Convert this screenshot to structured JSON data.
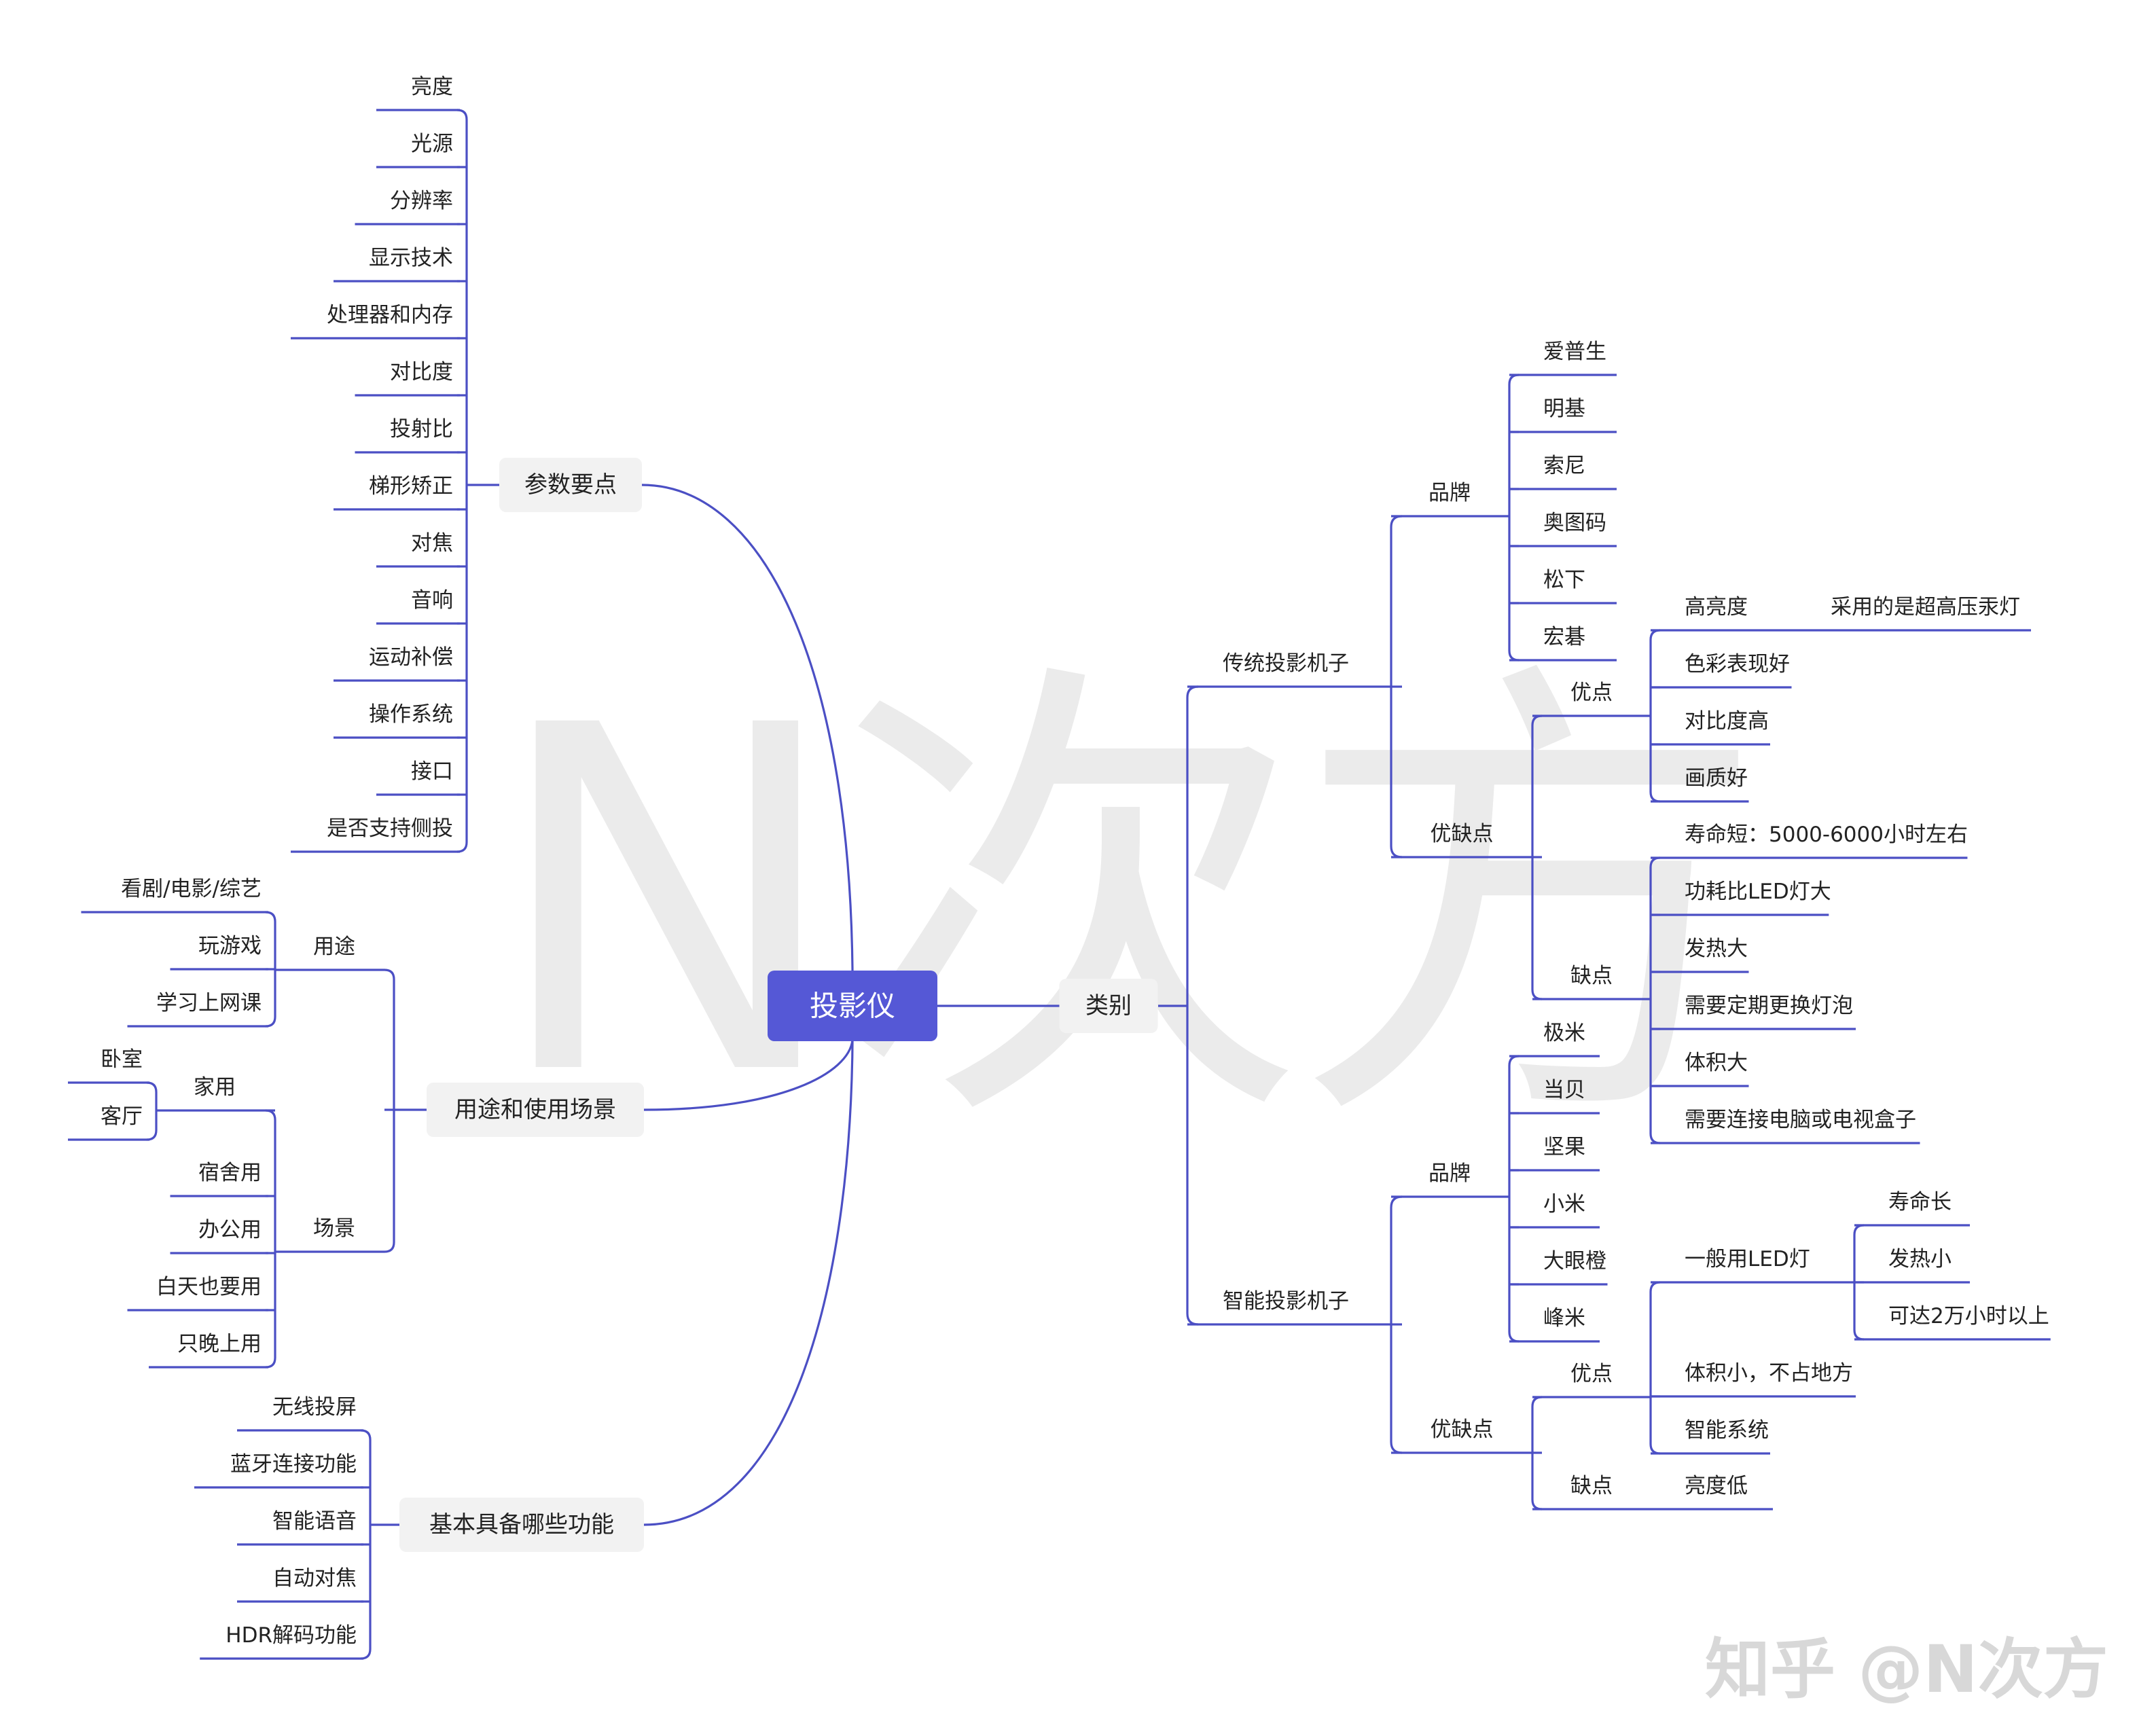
{
  "watermark": "N次方",
  "credit": "知乎 @N次方",
  "colors": {
    "line": "#4b4fc4",
    "root_fill": "#5558d6",
    "root_text": "#ffffff",
    "pill": "#f2f2f2",
    "text": "#222222"
  },
  "root": "投影仪",
  "params": {
    "label": "参数要点",
    "items": [
      "亮度",
      "光源",
      "分辨率",
      "显示技术",
      "处理器和内存",
      "对比度",
      "投射比",
      "梯形矫正",
      "对焦",
      "音响",
      "运动补偿",
      "操作系统",
      "接口",
      "是否支持侧投"
    ]
  },
  "usage": {
    "label": "用途和使用场景",
    "purpose": {
      "label": "用途",
      "items": [
        "看剧/电影/综艺",
        "玩游戏",
        "学习上网课"
      ]
    },
    "scene": {
      "label": "场景",
      "home": {
        "label": "家用",
        "items": [
          "卧室",
          "客厅"
        ]
      },
      "items": [
        "宿舍用",
        "办公用",
        "白天也要用",
        "只晚上用"
      ]
    }
  },
  "features": {
    "label": "基本具备哪些功能",
    "items": [
      "无线投屏",
      "蓝牙连接功能",
      "智能语音",
      "自动对焦",
      "HDR解码功能"
    ]
  },
  "category": {
    "label": "类别",
    "traditional": {
      "label": "传统投影机子",
      "brand": {
        "label": "品牌",
        "items": [
          "爱普生",
          "明基",
          "索尼",
          "奥图码",
          "松下",
          "宏碁"
        ]
      },
      "proscons": {
        "label": "优缺点",
        "pros": {
          "label": "优点",
          "bright": "高亮度",
          "bright_note": "采用的是超高压汞灯",
          "items": [
            "色彩表现好",
            "对比度高",
            "画质好"
          ]
        },
        "cons": {
          "label": "缺点",
          "items": [
            "寿命短：5000-6000小时左右",
            "功耗比LED灯大",
            "发热大",
            "需要定期更换灯泡",
            "体积大",
            "需要连接电脑或电视盒子"
          ]
        }
      }
    },
    "smart": {
      "label": "智能投影机子",
      "brand": {
        "label": "品牌",
        "items": [
          "极米",
          "当贝",
          "坚果",
          "小米",
          "大眼橙",
          "峰米"
        ]
      },
      "proscons": {
        "label": "优缺点",
        "pros": {
          "label": "优点",
          "led": "一般用LED灯",
          "led_items": [
            "寿命长",
            "发热小",
            "可达2万小时以上"
          ],
          "items": [
            "体积小，不占地方",
            "智能系统"
          ]
        },
        "cons": {
          "label": "缺点",
          "items": [
            "亮度低"
          ]
        }
      }
    }
  }
}
